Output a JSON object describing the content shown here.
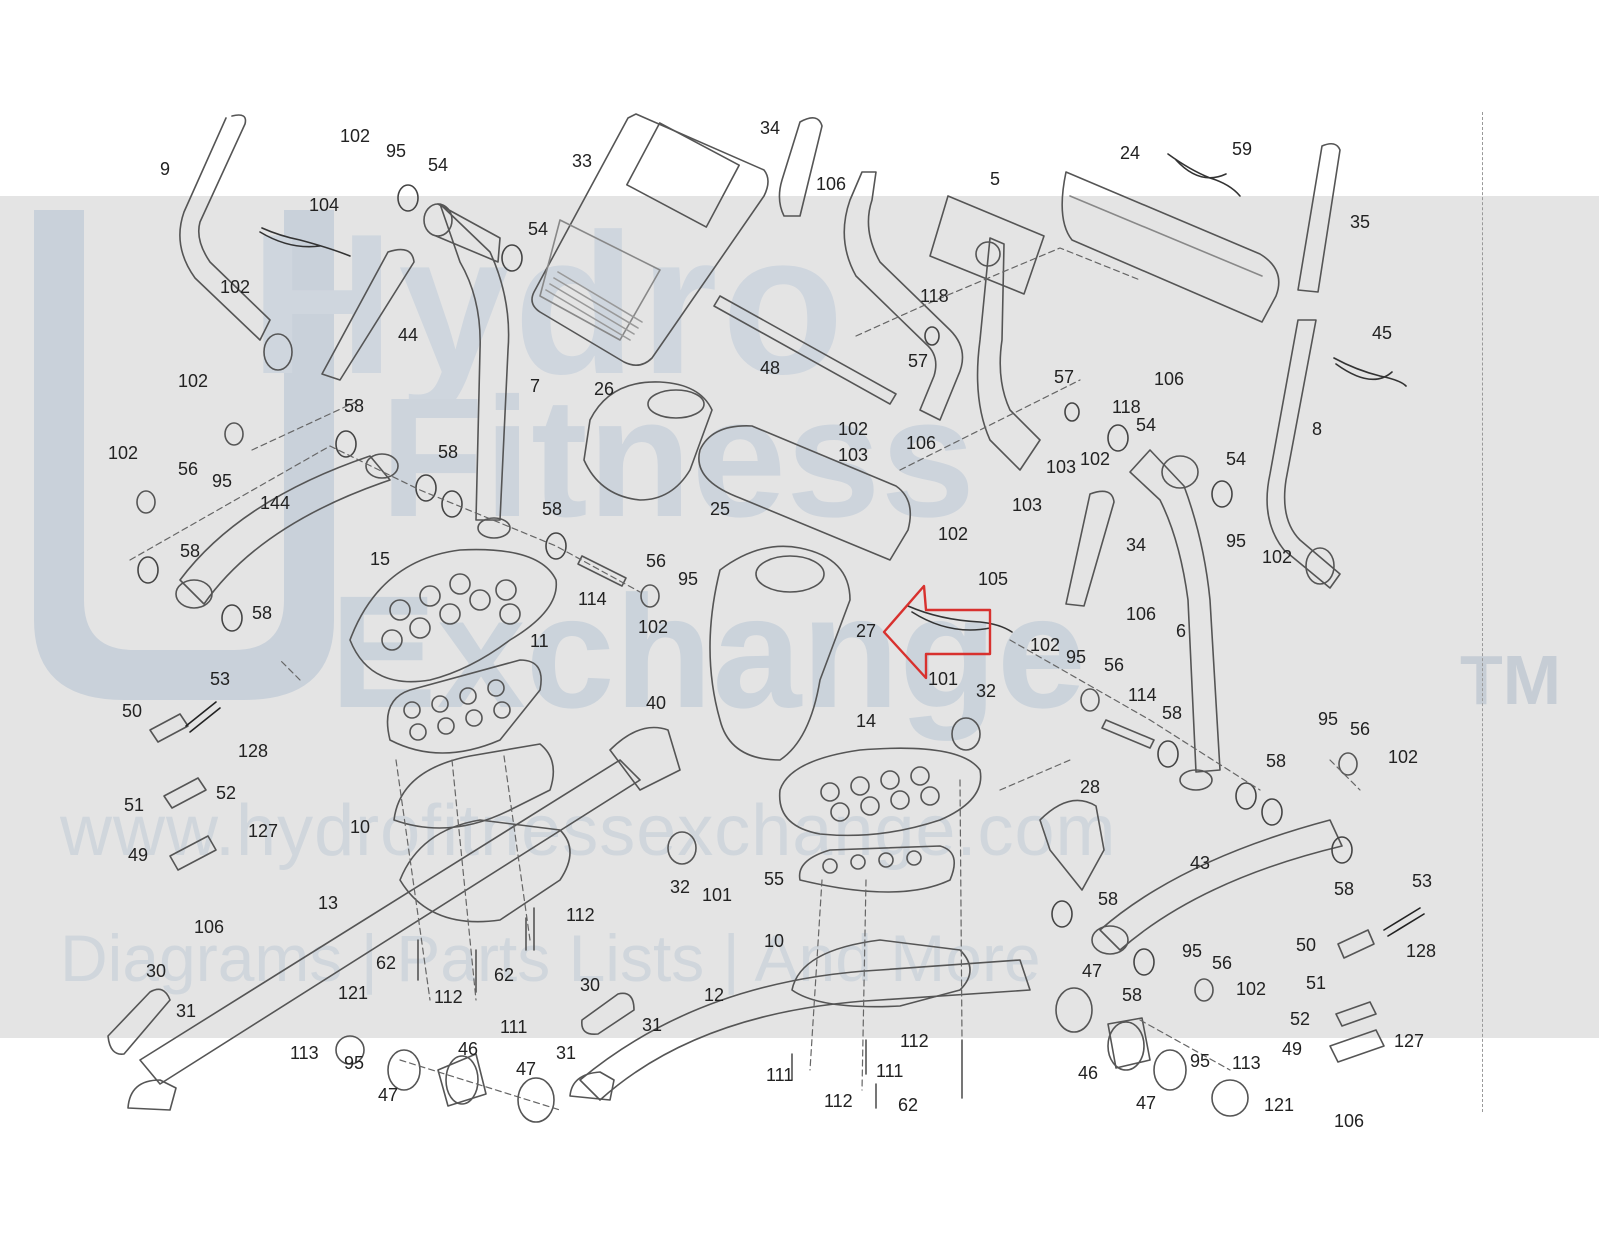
{
  "watermark": {
    "line1": "Hydro",
    "line2": "Fitness",
    "line3": "Exchange",
    "tm": "TM",
    "url": "www.hydrofitnessexchange.com",
    "tagline": "Diagrams | Parts Lists | And More"
  },
  "callouts": [
    {
      "id": "c-9",
      "text": "9"
    },
    {
      "id": "c-102a",
      "text": "102"
    },
    {
      "id": "c-95a",
      "text": "95"
    },
    {
      "id": "c-54a",
      "text": "54"
    },
    {
      "id": "c-104",
      "text": "104"
    },
    {
      "id": "c-54b",
      "text": "54"
    },
    {
      "id": "c-33",
      "text": "33"
    },
    {
      "id": "c-34a",
      "text": "34"
    },
    {
      "id": "c-106a",
      "text": "106"
    },
    {
      "id": "c-5",
      "text": "5"
    },
    {
      "id": "c-24",
      "text": "24"
    },
    {
      "id": "c-59",
      "text": "59"
    },
    {
      "id": "c-35",
      "text": "35"
    },
    {
      "id": "c-102b",
      "text": "102"
    },
    {
      "id": "c-44",
      "text": "44"
    },
    {
      "id": "c-7",
      "text": "7"
    },
    {
      "id": "c-48",
      "text": "48"
    },
    {
      "id": "c-118a",
      "text": "118"
    },
    {
      "id": "c-57a",
      "text": "57"
    },
    {
      "id": "c-106b",
      "text": "106"
    },
    {
      "id": "c-45",
      "text": "45"
    },
    {
      "id": "c-102c",
      "text": "102"
    },
    {
      "id": "c-58a",
      "text": "58"
    },
    {
      "id": "c-26",
      "text": "26"
    },
    {
      "id": "c-57b",
      "text": "57"
    },
    {
      "id": "c-118b",
      "text": "118"
    },
    {
      "id": "c-102d",
      "text": "102"
    },
    {
      "id": "c-106c",
      "text": "106"
    },
    {
      "id": "c-54c",
      "text": "54"
    },
    {
      "id": "c-8",
      "text": "8"
    },
    {
      "id": "c-102e",
      "text": "102"
    },
    {
      "id": "c-56a",
      "text": "56"
    },
    {
      "id": "c-58b",
      "text": "58"
    },
    {
      "id": "c-103a",
      "text": "103"
    },
    {
      "id": "c-103b",
      "text": "103"
    },
    {
      "id": "c-102f",
      "text": "102"
    },
    {
      "id": "c-95b",
      "text": "95"
    },
    {
      "id": "c-25",
      "text": "25"
    },
    {
      "id": "c-103c",
      "text": "103"
    },
    {
      "id": "c-54d",
      "text": "54"
    },
    {
      "id": "c-144",
      "text": "144"
    },
    {
      "id": "c-58c",
      "text": "58"
    },
    {
      "id": "c-102g",
      "text": "102"
    },
    {
      "id": "c-95c",
      "text": "95"
    },
    {
      "id": "c-102h",
      "text": "102"
    },
    {
      "id": "c-34b",
      "text": "34"
    },
    {
      "id": "c-58d",
      "text": "58"
    },
    {
      "id": "c-15",
      "text": "15"
    },
    {
      "id": "c-56b",
      "text": "56"
    },
    {
      "id": "c-95d",
      "text": "95"
    },
    {
      "id": "c-105",
      "text": "105"
    },
    {
      "id": "c-114a",
      "text": "114"
    },
    {
      "id": "c-106d",
      "text": "106"
    },
    {
      "id": "c-102i",
      "text": "102"
    },
    {
      "id": "c-58e",
      "text": "58"
    },
    {
      "id": "c-27",
      "text": "27"
    },
    {
      "id": "c-6",
      "text": "6"
    },
    {
      "id": "c-11",
      "text": "11"
    },
    {
      "id": "c-102j",
      "text": "102"
    },
    {
      "id": "c-95e",
      "text": "95"
    },
    {
      "id": "c-56c",
      "text": "56"
    },
    {
      "id": "c-53a",
      "text": "53"
    },
    {
      "id": "c-101a",
      "text": "101"
    },
    {
      "id": "c-32a",
      "text": "32"
    },
    {
      "id": "c-114b",
      "text": "114"
    },
    {
      "id": "c-50a",
      "text": "50"
    },
    {
      "id": "c-40",
      "text": "40"
    },
    {
      "id": "c-58f",
      "text": "58"
    },
    {
      "id": "c-95f",
      "text": "95"
    },
    {
      "id": "c-56d",
      "text": "56"
    },
    {
      "id": "c-102k",
      "text": "102"
    },
    {
      "id": "c-128a",
      "text": "128"
    },
    {
      "id": "c-14",
      "text": "14"
    },
    {
      "id": "c-58g",
      "text": "58"
    },
    {
      "id": "c-51a",
      "text": "51"
    },
    {
      "id": "c-52a",
      "text": "52"
    },
    {
      "id": "c-28",
      "text": "28"
    },
    {
      "id": "c-10a",
      "text": "10"
    },
    {
      "id": "c-127a",
      "text": "127"
    },
    {
      "id": "c-49a",
      "text": "49"
    },
    {
      "id": "c-43",
      "text": "43"
    },
    {
      "id": "c-55",
      "text": "55"
    },
    {
      "id": "c-32b",
      "text": "32"
    },
    {
      "id": "c-101b",
      "text": "101"
    },
    {
      "id": "c-58h",
      "text": "58"
    },
    {
      "id": "c-13",
      "text": "13"
    },
    {
      "id": "c-106e",
      "text": "106"
    },
    {
      "id": "c-58i",
      "text": "58"
    },
    {
      "id": "c-53b",
      "text": "53"
    },
    {
      "id": "c-112a",
      "text": "112"
    },
    {
      "id": "c-10b",
      "text": "10"
    },
    {
      "id": "c-50b",
      "text": "50"
    },
    {
      "id": "c-128b",
      "text": "128"
    },
    {
      "id": "c-62a",
      "text": "62"
    },
    {
      "id": "c-62b",
      "text": "62"
    },
    {
      "id": "c-47a",
      "text": "47"
    },
    {
      "id": "c-95g",
      "text": "95"
    },
    {
      "id": "c-56e",
      "text": "56"
    },
    {
      "id": "c-51b",
      "text": "51"
    },
    {
      "id": "c-30a",
      "text": "30"
    },
    {
      "id": "c-121a",
      "text": "121"
    },
    {
      "id": "c-112b",
      "text": "112"
    },
    {
      "id": "c-111a",
      "text": "111"
    },
    {
      "id": "c-30b",
      "text": "30"
    },
    {
      "id": "c-12",
      "text": "12"
    },
    {
      "id": "c-58j",
      "text": "58"
    },
    {
      "id": "c-102l",
      "text": "102"
    },
    {
      "id": "c-52b",
      "text": "52"
    },
    {
      "id": "c-31a",
      "text": "31"
    },
    {
      "id": "c-31b",
      "text": "31"
    },
    {
      "id": "c-46a",
      "text": "46"
    },
    {
      "id": "c-113a",
      "text": "113"
    },
    {
      "id": "c-112c",
      "text": "112"
    },
    {
      "id": "c-127b",
      "text": "127"
    },
    {
      "id": "c-49b",
      "text": "49"
    },
    {
      "id": "c-31c",
      "text": "31"
    },
    {
      "id": "c-95h",
      "text": "95"
    },
    {
      "id": "c-47b",
      "text": "47"
    },
    {
      "id": "c-111b",
      "text": "111"
    },
    {
      "id": "c-111c",
      "text": "111"
    },
    {
      "id": "c-46b",
      "text": "46"
    },
    {
      "id": "c-95i",
      "text": "95"
    },
    {
      "id": "c-113b",
      "text": "113"
    },
    {
      "id": "c-47c",
      "text": "47"
    },
    {
      "id": "c-112d",
      "text": "112"
    },
    {
      "id": "c-62c",
      "text": "62"
    },
    {
      "id": "c-47d",
      "text": "47"
    },
    {
      "id": "c-121b",
      "text": "121"
    },
    {
      "id": "c-106f",
      "text": "106"
    }
  ],
  "colors": {
    "band": "#e4e4e4",
    "line": "#555555",
    "highlight_arrow": "#d8312e"
  }
}
